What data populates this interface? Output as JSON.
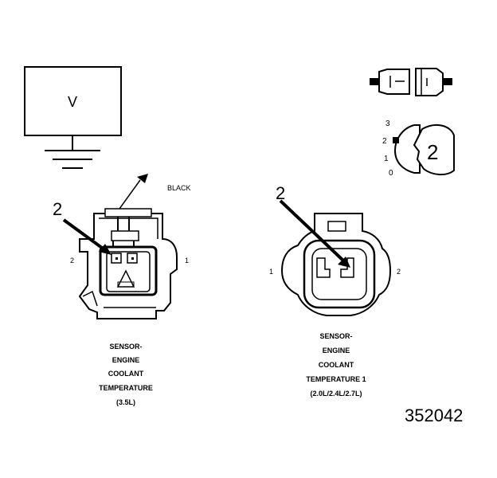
{
  "meter": {
    "symbol": "V"
  },
  "inset": {
    "positions": [
      "3",
      "2",
      "1",
      "0"
    ],
    "step": "2"
  },
  "left_connector": {
    "callout_color": "BLACK",
    "step": "2",
    "pin_left": "2",
    "pin_right": "1",
    "caption": [
      "SENSOR-",
      "ENGINE",
      "COOLANT",
      "TEMPERATURE",
      "(3.5L)"
    ]
  },
  "right_connector": {
    "step": "2",
    "pin_left": "1",
    "pin_right": "2",
    "caption": [
      "SENSOR-",
      "ENGINE",
      "COOLANT",
      "TEMPERATURE 1",
      "(2.0L/2.4L/2.7L)"
    ]
  },
  "figure_number": "352042"
}
